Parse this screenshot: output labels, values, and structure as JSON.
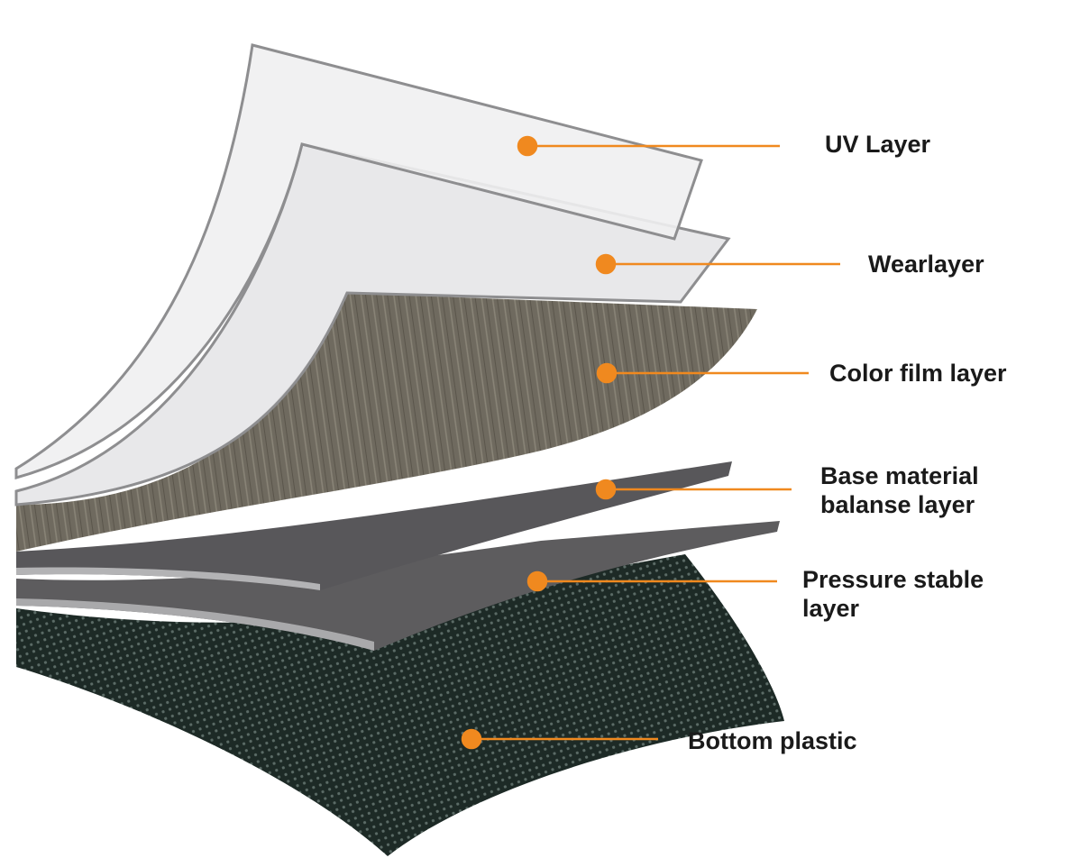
{
  "colors": {
    "accent": "#F0891F",
    "text": "#1a1a1a"
  },
  "labels": {
    "uv": "UV Layer",
    "wear": "Wearlayer",
    "color_film": "Color film layer",
    "base_line1": "Base material",
    "base_line2": "balanse layer",
    "pressure_line1": "Pressure stable",
    "pressure_line2": "layer",
    "bottom": "Bottom plastic"
  }
}
